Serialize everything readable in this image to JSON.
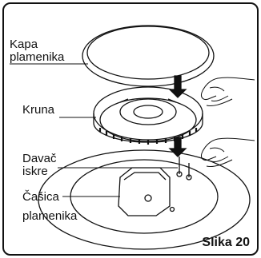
{
  "labels": {
    "kapa_line1": "Kapa",
    "kapa_line2": "plamenika",
    "kruna": "Kruna",
    "davac_line1": "Davač",
    "davac_line2": "iskre",
    "casica_line1": "Čašica",
    "casica_line2": "plamenika"
  },
  "caption": "Slika 20",
  "colors": {
    "stroke": "#111111",
    "background": "#ffffff"
  },
  "icons": [
    "hand-pointing-icon",
    "hand-pointing-icon",
    "down-arrow-icon",
    "down-arrow-icon"
  ]
}
